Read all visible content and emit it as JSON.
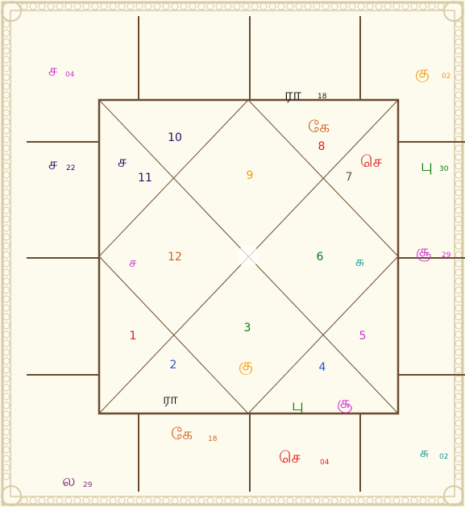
{
  "colors": {
    "background": "#fdfbee",
    "border": "#d8cba8",
    "line": "#6b4a2e",
    "black": "#111111",
    "red": "#e21b1b",
    "green": "#0a7a12",
    "orange": "#f59a10",
    "magenta": "#d12fd3",
    "indigo": "#2c0b66",
    "teal": "#119a9a",
    "brown_orange": "#d2632a",
    "grey": "#555555",
    "blue": "#2b56c8",
    "purple": "#7b2a7b"
  },
  "house_numbers": [
    {
      "text": "10",
      "color": "indigo"
    },
    {
      "text": "11",
      "color": "indigo"
    },
    {
      "text": "9",
      "color": "orange"
    },
    {
      "text": "8",
      "color": "red"
    },
    {
      "text": "7",
      "color": "grey"
    },
    {
      "text": "12",
      "color": "brown_orange"
    },
    {
      "text": "6",
      "color": "green"
    },
    {
      "text": "1",
      "color": "red"
    },
    {
      "text": "3",
      "color": "green"
    },
    {
      "text": "5",
      "color": "magenta"
    },
    {
      "text": "2",
      "color": "blue"
    },
    {
      "text": "4",
      "color": "blue"
    }
  ],
  "inner_planets": [
    {
      "glyph": "ரா",
      "degree": "18",
      "color": "black"
    },
    {
      "glyph": "கே",
      "color": "brown_orange"
    },
    {
      "glyph": "செ",
      "color": "red"
    },
    {
      "glyph": "ச",
      "color": "indigo"
    },
    {
      "glyph": "ச",
      "color": "magenta"
    },
    {
      "glyph": "சு",
      "color": "teal"
    },
    {
      "glyph": "கு",
      "color": "orange"
    },
    {
      "glyph": "ரா",
      "color": "black"
    },
    {
      "glyph": "பு",
      "color": "green"
    },
    {
      "glyph": "சூ",
      "color": "magenta"
    }
  ],
  "outer_planets": [
    {
      "glyph": "ச",
      "degree": "04",
      "color": "magenta"
    },
    {
      "glyph": "கு",
      "degree": "02",
      "color": "orange"
    },
    {
      "glyph": "ச",
      "degree": "22",
      "color": "indigo"
    },
    {
      "glyph": "பு",
      "degree": "30",
      "color": "green"
    },
    {
      "glyph": "சூ",
      "degree": "29",
      "color": "magenta"
    },
    {
      "glyph": "கே",
      "degree": "18",
      "color": "brown_orange"
    },
    {
      "glyph": "செ",
      "degree": "04",
      "color": "red"
    },
    {
      "glyph": "சு",
      "degree": "02",
      "color": "teal"
    },
    {
      "glyph": "ல",
      "degree": "29",
      "color": "purple"
    }
  ]
}
